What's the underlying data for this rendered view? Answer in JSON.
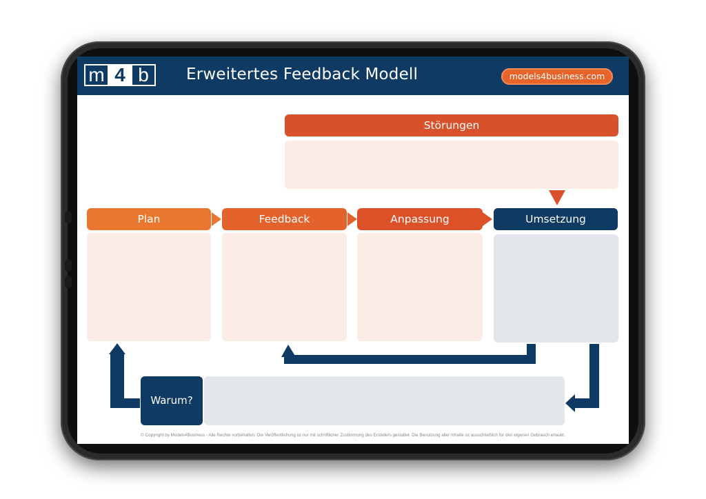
{
  "header": {
    "logo": {
      "left": "m",
      "middle": "4",
      "right": "b"
    },
    "title": "Erweitertes Feedback Modell",
    "website": "models4business.com"
  },
  "disturbances": {
    "label": "Störungen"
  },
  "stages": [
    {
      "label": "Plan",
      "color": "#e9772f"
    },
    {
      "label": "Feedback",
      "color": "#e4632d"
    },
    {
      "label": "Anpassung",
      "color": "#dc5228"
    },
    {
      "label": "Umsetzung",
      "color": "#0e3a63"
    }
  ],
  "reason": {
    "label": "Warum?"
  },
  "footer": {
    "copyright": "© Copyright by Models4Business - Alle Rechte vorbehalten. Die Veröffentlichung ist nur mit schriftlicher Zustimmung des Erstellers gestattet. Die Benutzung aller Inhalte ist ausschließlich für den eigenen Gebrauch erlaubt."
  },
  "colors": {
    "navy": "#0e3a63",
    "orange": "#e8632a",
    "orange_dark": "#d9512a",
    "peach_panel": "#fbece6",
    "gray_panel": "#e3e7eb"
  }
}
